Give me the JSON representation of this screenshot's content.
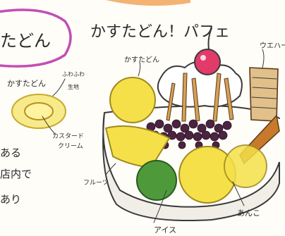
{
  "title_left": "たどん",
  "title_main": "かすたどん！パフェ",
  "labels": {
    "kasutadon_top": "かすたどん",
    "kasutadon_left": "かすたどん",
    "fuwafuwa": "ふわふわ",
    "kiji": "生地",
    "custard_cream_1": "カスタード",
    "custard_cream_2": "クリーム",
    "wafer": "ウエハース",
    "fruit": "フルーツ",
    "anko": "あんこ",
    "ice": "アイス"
  },
  "side_text": [
    "ある",
    "店内で",
    "あり"
  ],
  "colors": {
    "cherry": "#e23b6a",
    "custard_yellow": "#f5e04a",
    "cake_bun": "#f7ea8a",
    "matcha": "#4e9a3a",
    "anko": "#4a2440",
    "title_bubble": "#c24fb5",
    "wafer": "#b88a4a",
    "cone_tip": "#c87a2a"
  }
}
